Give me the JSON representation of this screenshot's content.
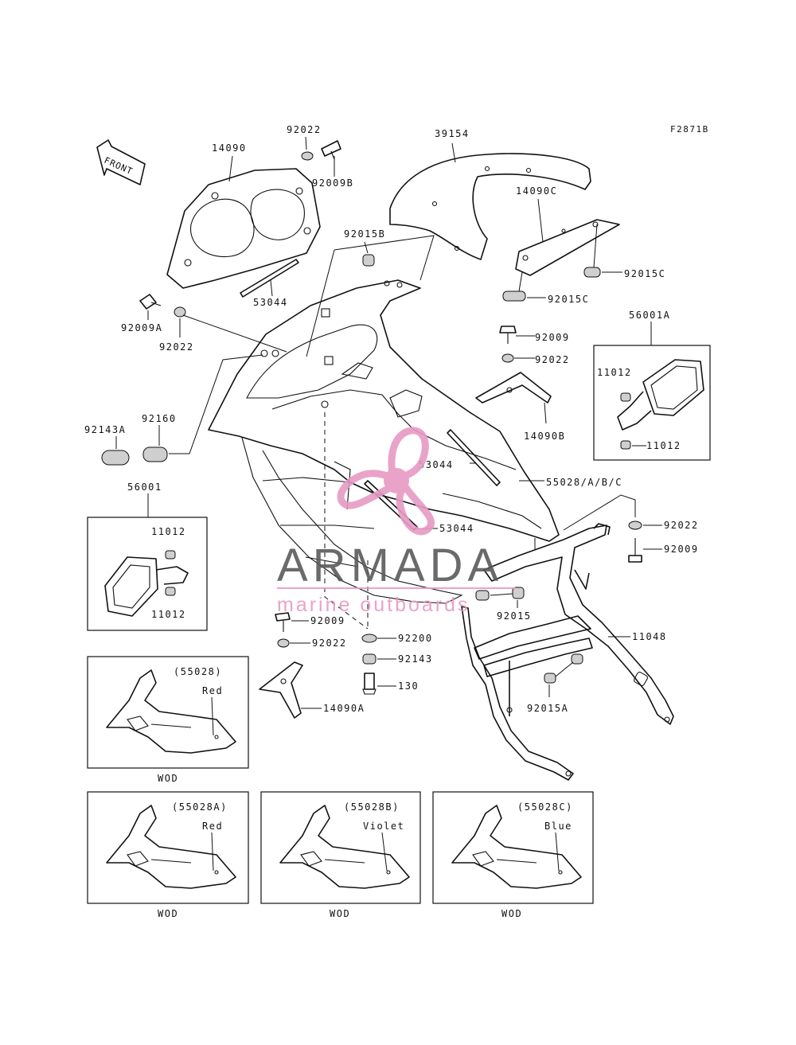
{
  "figure_code": "F2871B",
  "front_arrow_label": "FRONT",
  "watermark": {
    "brand": "ARMADA",
    "tagline": "marine outboards",
    "logo_color": "#e79ac4"
  },
  "callouts": {
    "c92022_top": "92022",
    "c14090": "14090",
    "c92009B": "92009B",
    "c39154": "39154",
    "c92015B": "92015B",
    "c14090C": "14090C",
    "c92015C_1": "92015C",
    "c92015C_2": "92015C",
    "c53044_top": "53044",
    "c92009A": "92009A",
    "c92022_left": "92022",
    "c92009_mid": "92009",
    "c92022_mid": "92022",
    "c56001A": "56001A",
    "c11012_a": "11012",
    "c11012_b": "11012",
    "c14090B": "14090B",
    "c92143A": "92143A",
    "c92160": "92160",
    "c53044_mid": "53044",
    "c55028ABC": "55028/A/B/C",
    "c56001": "56001",
    "c11012_c": "11012",
    "c11012_d": "11012",
    "c53044_low": "53044",
    "c92022_right": "92022",
    "c92009_right": "92009",
    "c92015": "92015",
    "c11048": "11048",
    "c92009_low": "92009",
    "c92022_low": "92022",
    "c92200": "92200",
    "c92143": "92143",
    "c130": "130",
    "c92015A": "92015A",
    "c14090A": "14090A"
  },
  "variants": [
    {
      "code": "(55028)",
      "color": "Red",
      "note": "WOD"
    },
    {
      "code": "(55028A)",
      "color": "Red",
      "note": "WOD"
    },
    {
      "code": "(55028B)",
      "color": "Violet",
      "note": "WOD"
    },
    {
      "code": "(55028C)",
      "color": "Blue",
      "note": "WOD"
    }
  ]
}
